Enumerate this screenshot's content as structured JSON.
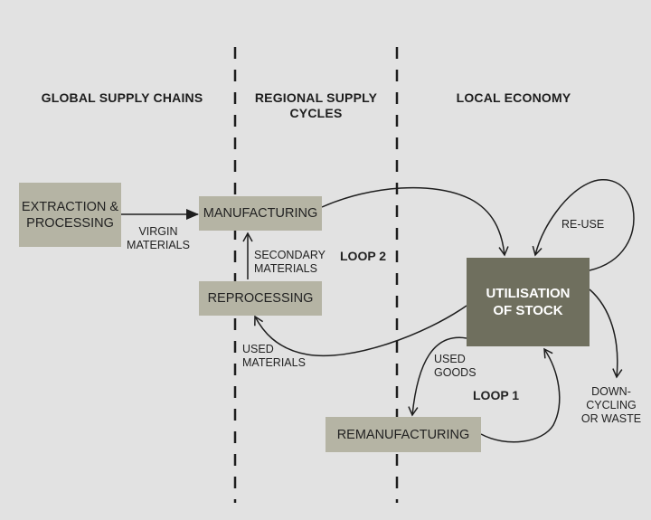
{
  "zones": [
    {
      "id": "global",
      "title": "GLOBAL SUPPLY CHAINS"
    },
    {
      "id": "regional",
      "title_line1": "REGIONAL SUPPLY",
      "title_line2": "CYCLES"
    },
    {
      "id": "local",
      "title": "LOCAL ECONOMY"
    }
  ],
  "nodes": {
    "extraction": {
      "line1": "EXTRACTION &",
      "line2": "PROCESSING"
    },
    "manufacturing": {
      "label": "MANUFACTURING"
    },
    "reprocessing": {
      "label": "REPROCESSING"
    },
    "utilisation": {
      "line1": "UTILISATION",
      "line2": "OF STOCK"
    },
    "remanufacturing": {
      "label": "REMANUFACTURING"
    }
  },
  "flows": {
    "virgin": {
      "line1": "VIRGIN",
      "line2": "MATERIALS"
    },
    "secondary": {
      "line1": "SECONDARY",
      "line2": "MATERIALS"
    },
    "used_materials": {
      "line1": "USED",
      "line2": "MATERIALS"
    },
    "used_goods": {
      "line1": "USED",
      "line2": "GOODS"
    },
    "reuse": {
      "label": "RE-USE"
    },
    "downcycling": {
      "line1": "DOWN-",
      "line2": "CYCLING",
      "line3": "OR WASTE"
    }
  },
  "loops": {
    "loop1": "LOOP 1",
    "loop2": "LOOP 2"
  },
  "colors": {
    "background": "#e2e2e2",
    "box": "#b5b4a4",
    "box_dark": "#6f6f5e",
    "line": "#1e1e1e"
  }
}
